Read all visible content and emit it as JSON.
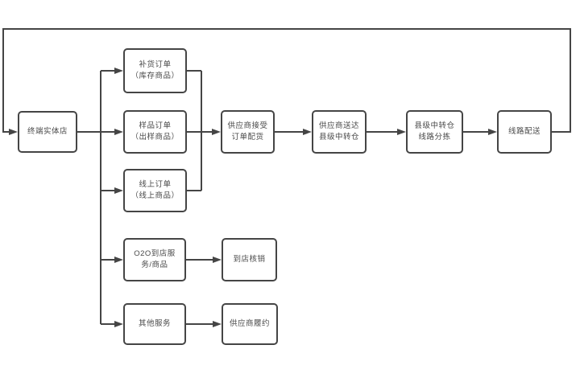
{
  "diagram": {
    "colors": {
      "line": "#454545",
      "node_border": "#454545",
      "node_background": "#ffffff",
      "text": "#4a4a4a"
    },
    "nodes": [
      {
        "id": "terminal-store",
        "label": "终端实体店"
      },
      {
        "id": "replenish-order",
        "label": "补货订单\n（库存商品）"
      },
      {
        "id": "sample-order",
        "label": "样品订单\n（出样商品）"
      },
      {
        "id": "online-order",
        "label": "线上订单\n（线上商品）"
      },
      {
        "id": "o2o-service",
        "label": "O2O到店服\n务/商品"
      },
      {
        "id": "other-service",
        "label": "其他服务"
      },
      {
        "id": "supplier-accept",
        "label": "供应商接受\n订单配货"
      },
      {
        "id": "supplier-deliver",
        "label": "供应商送达\n县级中转仓"
      },
      {
        "id": "county-sorting",
        "label": "县级中转仓\n线路分拣"
      },
      {
        "id": "route-delivery",
        "label": "线路配送"
      },
      {
        "id": "store-verify",
        "label": "到店核销"
      },
      {
        "id": "supplier-fulfill",
        "label": "供应商履约"
      }
    ],
    "edges": [
      {
        "from": "terminal-store",
        "to": "replenish-order"
      },
      {
        "from": "terminal-store",
        "to": "sample-order"
      },
      {
        "from": "terminal-store",
        "to": "online-order"
      },
      {
        "from": "terminal-store",
        "to": "o2o-service"
      },
      {
        "from": "terminal-store",
        "to": "other-service"
      },
      {
        "from": "replenish-order",
        "to": "supplier-accept"
      },
      {
        "from": "sample-order",
        "to": "supplier-accept"
      },
      {
        "from": "online-order",
        "to": "supplier-accept"
      },
      {
        "from": "supplier-accept",
        "to": "supplier-deliver"
      },
      {
        "from": "supplier-deliver",
        "to": "county-sorting"
      },
      {
        "from": "county-sorting",
        "to": "route-delivery"
      },
      {
        "from": "route-delivery",
        "to": "terminal-store"
      },
      {
        "from": "o2o-service",
        "to": "store-verify"
      },
      {
        "from": "other-service",
        "to": "supplier-fulfill"
      }
    ]
  }
}
